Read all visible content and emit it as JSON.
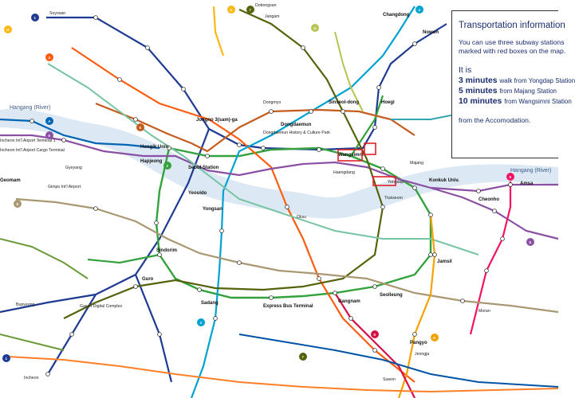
{
  "map": {
    "river_label_left": "Hangang (River)",
    "river_label_right": "Hangang (River)",
    "highlighted_stations": [
      "Wangsimni",
      "Yongdap"
    ],
    "lines": [
      {
        "id": "1",
        "color": "#1f3a93"
      },
      {
        "id": "2",
        "color": "#33a23d"
      },
      {
        "id": "3",
        "color": "#fe5d10"
      },
      {
        "id": "4",
        "color": "#00a2d1"
      },
      {
        "id": "5",
        "color": "#8b50a4"
      },
      {
        "id": "6",
        "color": "#c55c1d"
      },
      {
        "id": "7",
        "color": "#54640d"
      },
      {
        "id": "8",
        "color": "#f51361"
      },
      {
        "id": "9",
        "color": "#aa9872"
      },
      {
        "id": "A",
        "color": "#0065b3"
      },
      {
        "id": "K",
        "color": "#f5a200"
      },
      {
        "id": "S",
        "color": "#d31145"
      },
      {
        "id": "U",
        "color": "#fdb813"
      }
    ],
    "station_labels": {
      "sta_0": "Soyosan",
      "sta_1": "Dobongsan",
      "sta_2": "Jangam",
      "sta_3": "Changdong",
      "sta_4": "Nowon",
      "sta_5": "Hoegi",
      "sta_6": "Dongmyo",
      "sta_7": "Sinseol-dong",
      "sta_8": "Jongno 3(sam)-ga",
      "sta_9": "Dongdaemun",
      "sta_10": "Dongdaemun History & Culture Park",
      "sta_11": "Hongik Univ.",
      "sta_12": "Hapjeong",
      "sta_13": "Yeouido",
      "sta_14": "Gimpo Int'l Airport",
      "sta_15": "Incheon Int'l Airport Terminal 1",
      "sta_16": "Incheon Int'l Airport Cargo Terminal",
      "sta_17": "Geomam",
      "sta_18": "Gyeyang",
      "sta_19": "Guro",
      "sta_20": "Sindorim",
      "sta_21": "Sadang",
      "sta_22": "Gangnam",
      "sta_23": "Seolleung",
      "sta_24": "Jamsil",
      "sta_25": "Konkuk Univ.",
      "sta_26": "Oksu",
      "sta_27": "Express Bus Terminal",
      "sta_28": "Suwon",
      "sta_29": "Pangyo",
      "sta_30": "Amsa",
      "sta_31": "Cheonho",
      "sta_32": "Jeongja",
      "sta_33": "Moran",
      "sta_34": "Gasan Digital Complex",
      "sta_35": "Ttukseom",
      "sta_36": "Seoul Station",
      "sta_37": "Yongsan",
      "sta_38": "Bupyeong",
      "sta_39": "Incheon",
      "sta_40": "Wangsimni",
      "sta_41": "Yongdap",
      "sta_42": "Majang",
      "sta_43": "Haengdang"
    }
  },
  "info": {
    "title": "Transportation information",
    "line1": "You can use three subway stations",
    "line2": "marked with red boxes on the map.",
    "it_is": "It is",
    "r1_num": "3 minutes",
    "r1_txt": "walk from Yongdap Station",
    "r2_num": "5 minutes",
    "r2_txt": "from Majang Station",
    "r3_num": "10 minutes",
    "r3_txt": "from Wangsimni Station",
    "from_acc": "from the Accomodation."
  }
}
